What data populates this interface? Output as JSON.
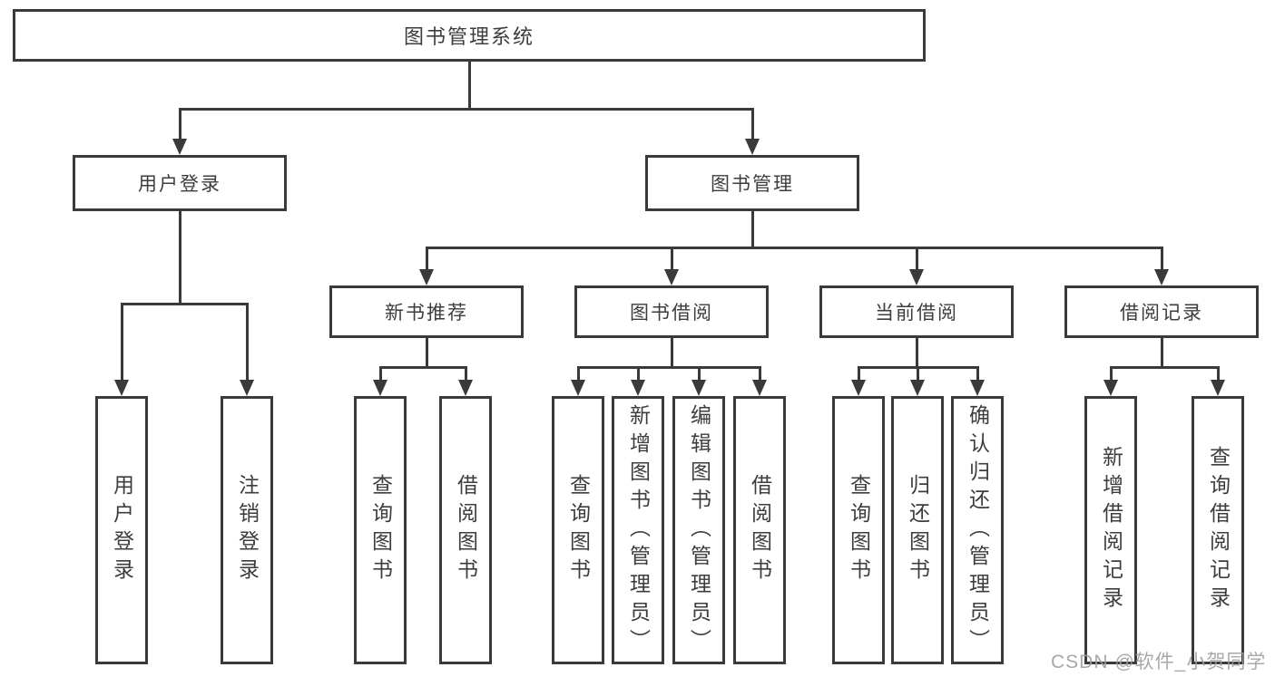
{
  "tree": {
    "label": "图书管理系统",
    "children": [
      {
        "label": "用户登录",
        "children": [
          {
            "label": "用户登录"
          },
          {
            "label": "注销登录"
          }
        ]
      },
      {
        "label": "图书管理",
        "children": [
          {
            "label": "新书推荐",
            "children": [
              {
                "label": "查询图书"
              },
              {
                "label": "借阅图书"
              }
            ]
          },
          {
            "label": "图书借阅",
            "children": [
              {
                "label": "查询图书"
              },
              {
                "label": "新增图书（管理员）"
              },
              {
                "label": "编辑图书（管理员）"
              },
              {
                "label": "借阅图书"
              }
            ]
          },
          {
            "label": "当前借阅",
            "children": [
              {
                "label": "查询图书"
              },
              {
                "label": "归还图书"
              },
              {
                "label": "确认归还（管理员）"
              }
            ]
          },
          {
            "label": "借阅记录",
            "children": [
              {
                "label": "新增借阅记录"
              },
              {
                "label": "查询借阅记录"
              }
            ]
          }
        ]
      }
    ]
  },
  "watermark": {
    "text": "CSDN @软件_小贺同学",
    "color": "#9e9e9e"
  },
  "colors": {
    "line": "#3a3a3a",
    "text": "#3d3d3d",
    "background": "#ffffff"
  }
}
